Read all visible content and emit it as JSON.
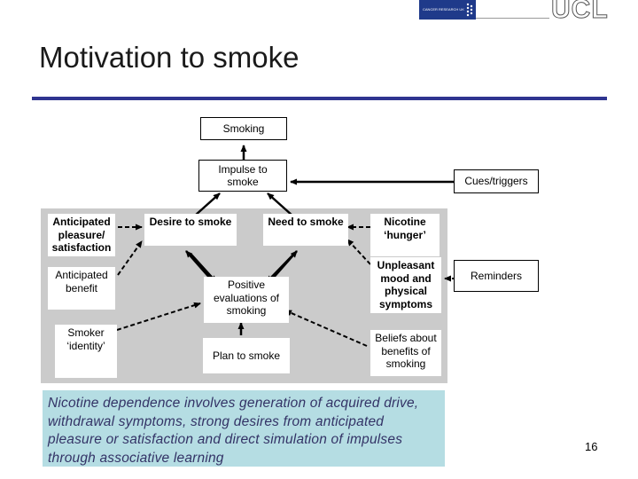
{
  "header": {
    "cruk_logo_text": "CANCER RESEARCH UK",
    "ucl_logo_text": "UCL",
    "colors": {
      "cruk": "#1f3a8a",
      "title_rule": "#2f3590",
      "note_bg": "#b5dde3"
    }
  },
  "title": "Motivation to smoke",
  "diagram": {
    "smoking": "Smoking",
    "impulse": "Impulse to smoke",
    "cues": "Cues/triggers",
    "anticipated_pleasure": "Anticipated pleasure/ satisfaction",
    "anticipated_benefit": "Anticipated benefit",
    "smoker_identity": "Smoker ‘identity’",
    "desire": "Desire to smoke",
    "need": "Need to smoke",
    "nicotine_hunger": "Nicotine ‘hunger’",
    "unpleasant_mood": "Unpleasant mood and physical symptoms",
    "reminders": "Reminders",
    "positive_evaluations": "Positive evaluations of smoking",
    "beliefs": "Beliefs about benefits of smoking",
    "plan": "Plan to smoke"
  },
  "note": "Nicotine dependence involves generation of acquired drive, withdrawal symptoms, strong desires from anticipated pleasure or satisfaction and direct simulation of impulses through associative learning",
  "page_number": "16"
}
